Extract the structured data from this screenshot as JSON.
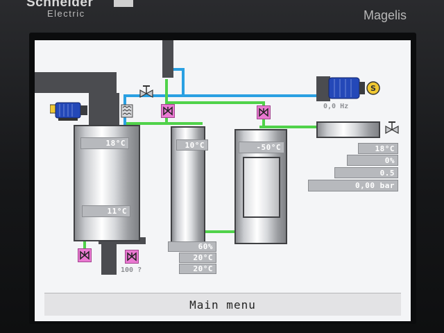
{
  "device": {
    "brand": "Schneider",
    "brand_sub": "Electric",
    "model": "Magelis"
  },
  "colors": {
    "screen_bg": "#f4f5f7",
    "water_pipe": "#2aa0e2",
    "product_pipe": "#50d24a",
    "valve_fill": "#ea79d2",
    "motor_blue": "#2448b8",
    "panel_dark": "#4b4c50"
  },
  "motor_right": {
    "label": "0,0 Hz",
    "icon": "pump-motor-icon"
  },
  "motor_left": {
    "icon": "motor-icon"
  },
  "tank1": {
    "temp_top": "18°C",
    "temp_bottom": "11°C",
    "outlet_label": "100 ?"
  },
  "tank2": {
    "temp": "10°C",
    "readouts": [
      "60%",
      "20°C",
      "20°C"
    ]
  },
  "tank3": {
    "temp": "-50°C"
  },
  "right_panel": {
    "readouts": [
      "18°C",
      "0%",
      "0.5",
      "0,00 bar"
    ]
  },
  "footer": {
    "label": "Main menu"
  }
}
